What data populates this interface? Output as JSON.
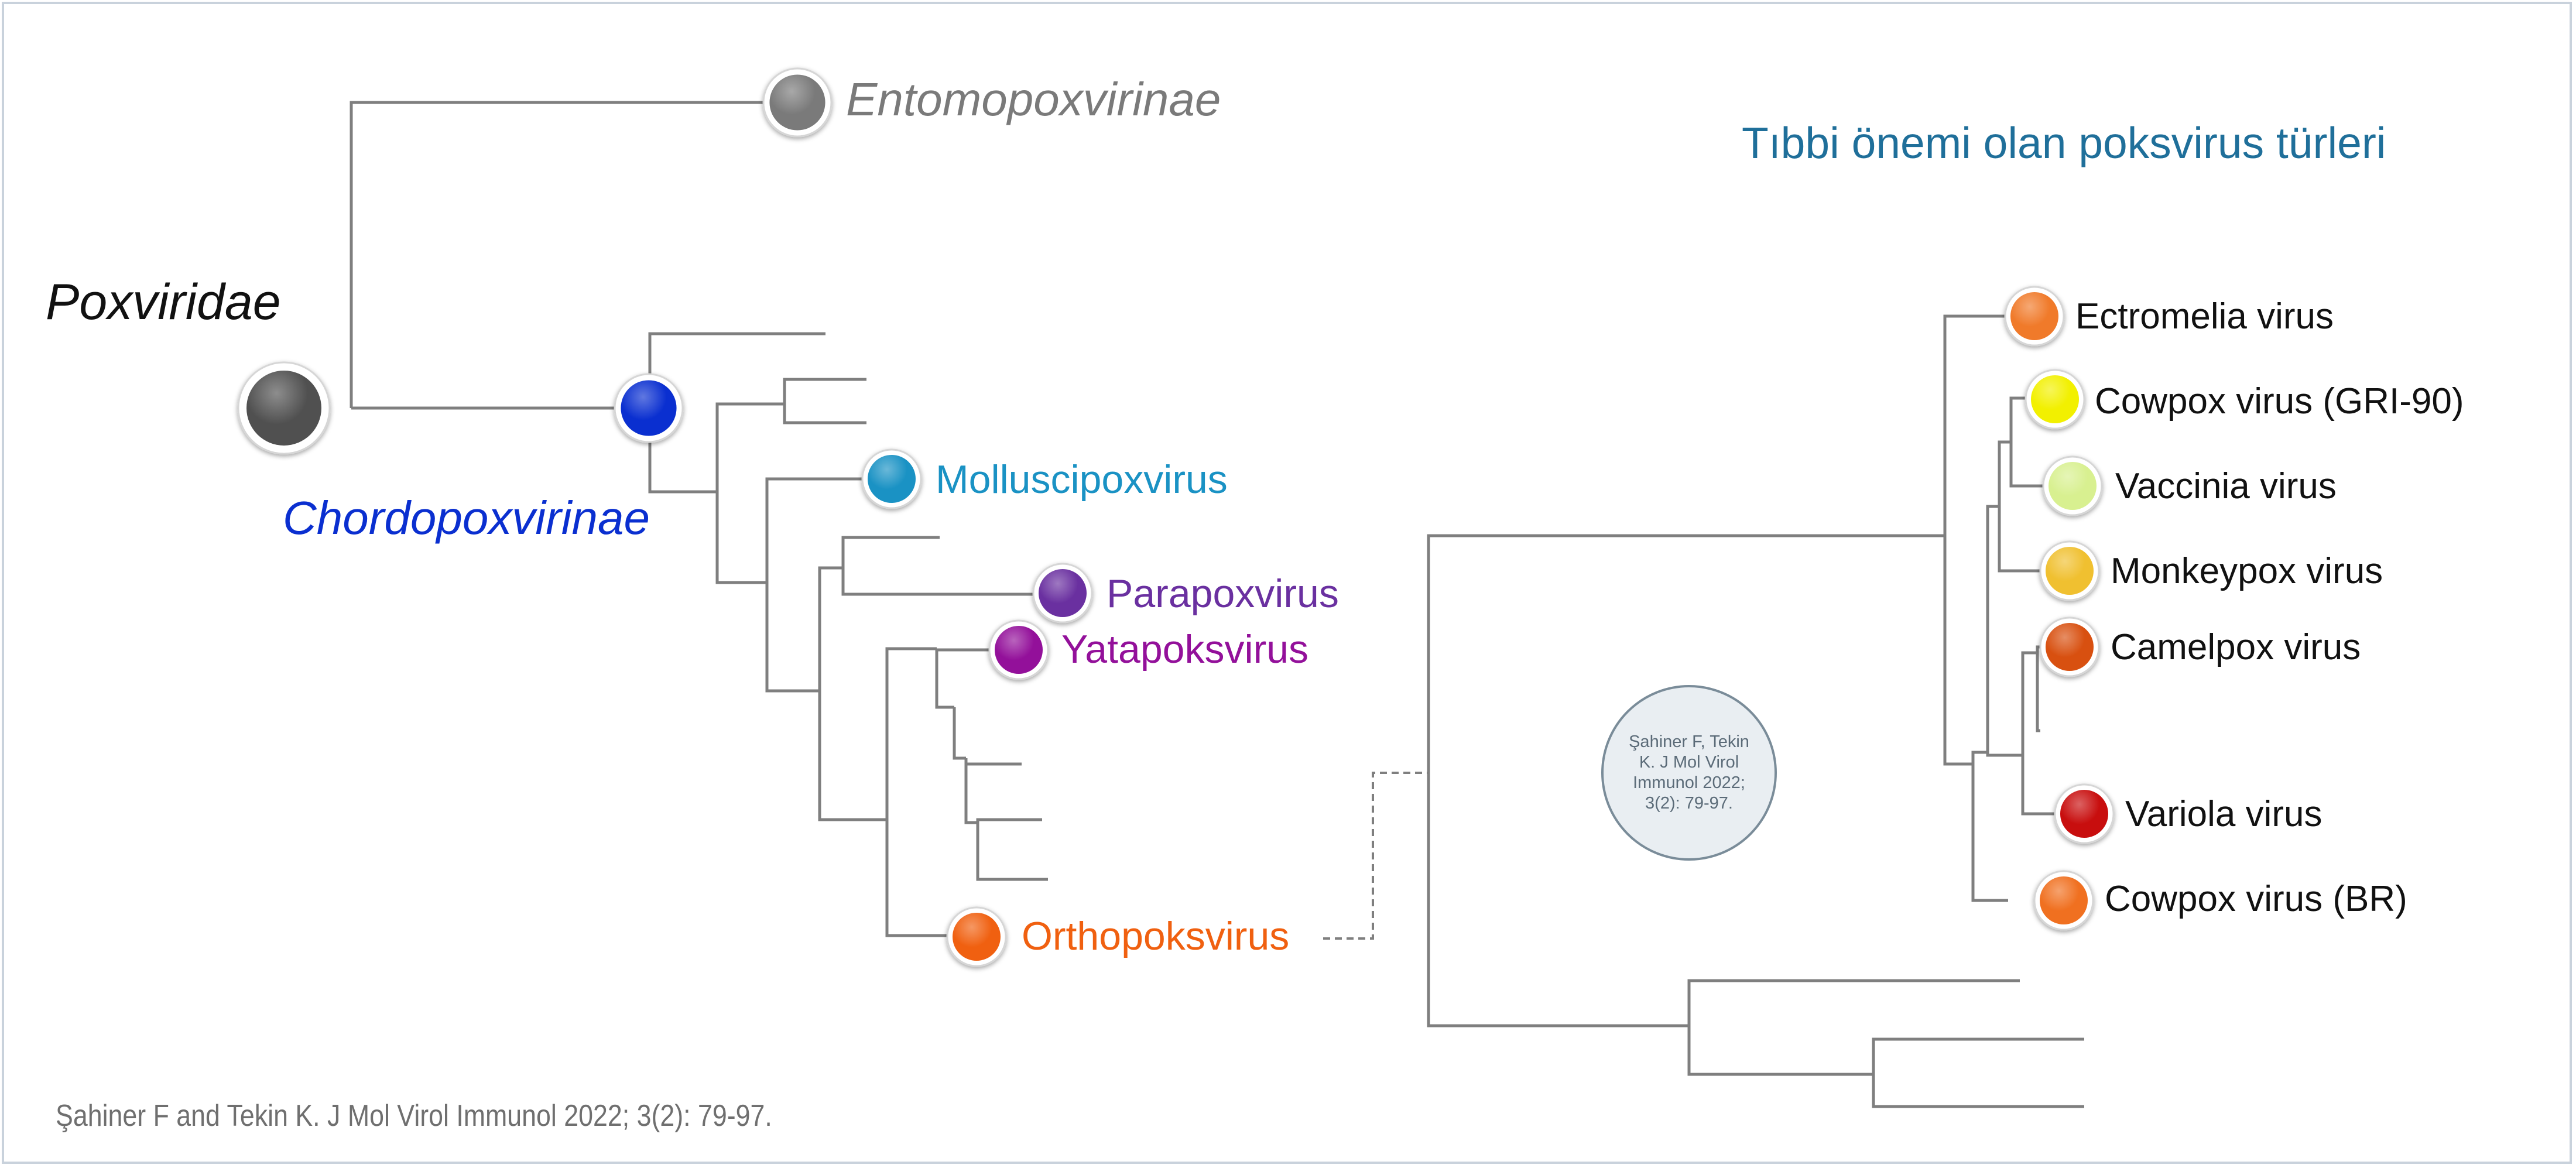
{
  "title": "Tıbbi önemi olan poksvirus türleri",
  "citation": "Şahiner F and Tekin K. J Mol Virol Immunol 2022; 3(2): 79-97.",
  "note": "Şahiner F, Tekin K. J Mol Virol Immunol 2022; 3(2): 79-97.",
  "colors": {
    "line": "#7f7f7f",
    "title": "#1f6f9a",
    "poxviridae": "#505050",
    "entomopoxvirinae": "#7a7a7a",
    "chordopoxvirinae": "#0a2fd0",
    "molluscipoxvirus": "#1a92c4",
    "parapoxvirus": "#6a30a0",
    "yatapoksvirus": "#93109a",
    "orthopoksvirus": "#f06010",
    "ectromelia": "#f07a2a",
    "cowpox_gri90": "#f2f000",
    "vaccinia": "#d8f090",
    "monkeypox": "#f0c030",
    "camelpox": "#d85010",
    "variola": "#c80e0e",
    "cowpox_br": "#f07020"
  },
  "taxa": {
    "poxviridae": "Poxviridae",
    "entomopoxvirinae": "Entomopoxvirinae",
    "chordopoxvirinae": "Chordopoxvirinae",
    "molluscipoxvirus": "Molluscipoxvirus",
    "parapoxvirus": "Parapoxvirus",
    "yatapoksvirus": "Yatapoksvirus",
    "orthopoksvirus": "Orthopoksvirus"
  },
  "species": {
    "ectromelia": "Ectromelia virus",
    "cowpox_gri90": "Cowpox virus (GRI-90)",
    "vaccinia": "Vaccinia virus",
    "monkeypox": "Monkeypox virus",
    "camelpox": "Camelpox virus",
    "variola": "Variola virus",
    "cowpox_br": "Cowpox virus (BR)"
  }
}
